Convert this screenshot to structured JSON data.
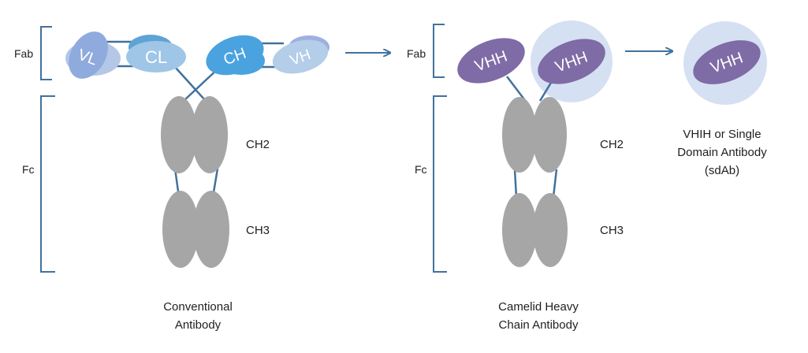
{
  "conventional": {
    "fab_label": "Fab",
    "fc_label": "Fc",
    "domains": {
      "vl": "VL",
      "cl": "CL",
      "ch": "CH",
      "vh": "VH"
    },
    "ch2_label": "CH2",
    "ch3_label": "CH3",
    "caption_line1": "Conventional",
    "caption_line2": "Antibody"
  },
  "camelid": {
    "fab_label": "Fab",
    "fc_label": "Fc",
    "vhh_left": "VHH",
    "vhh_right": "VHH",
    "ch2_label": "CH2",
    "ch3_label": "CH3",
    "caption_line1": "Camelid Heavy",
    "caption_line2": "Chain Antibody"
  },
  "single_domain": {
    "vhh": "VHH",
    "caption_line1": "VHIH or Single",
    "caption_line2": "Domain Antibody",
    "caption_line3": "(sdAb)"
  },
  "colors": {
    "bracket": "#41719c",
    "linker": "#41719c",
    "arrow": "#41719c",
    "fc_gray": "#a6a6a6",
    "vl": "#8faadc",
    "vl_light": "#b4c7e7",
    "cl": "#5ea3d6",
    "ch": "#4aa3df",
    "vh": "#b4cde9",
    "vh_back": "#9db0e0",
    "vhh": "#7f6ba6",
    "halo": "#d6e0f3"
  }
}
